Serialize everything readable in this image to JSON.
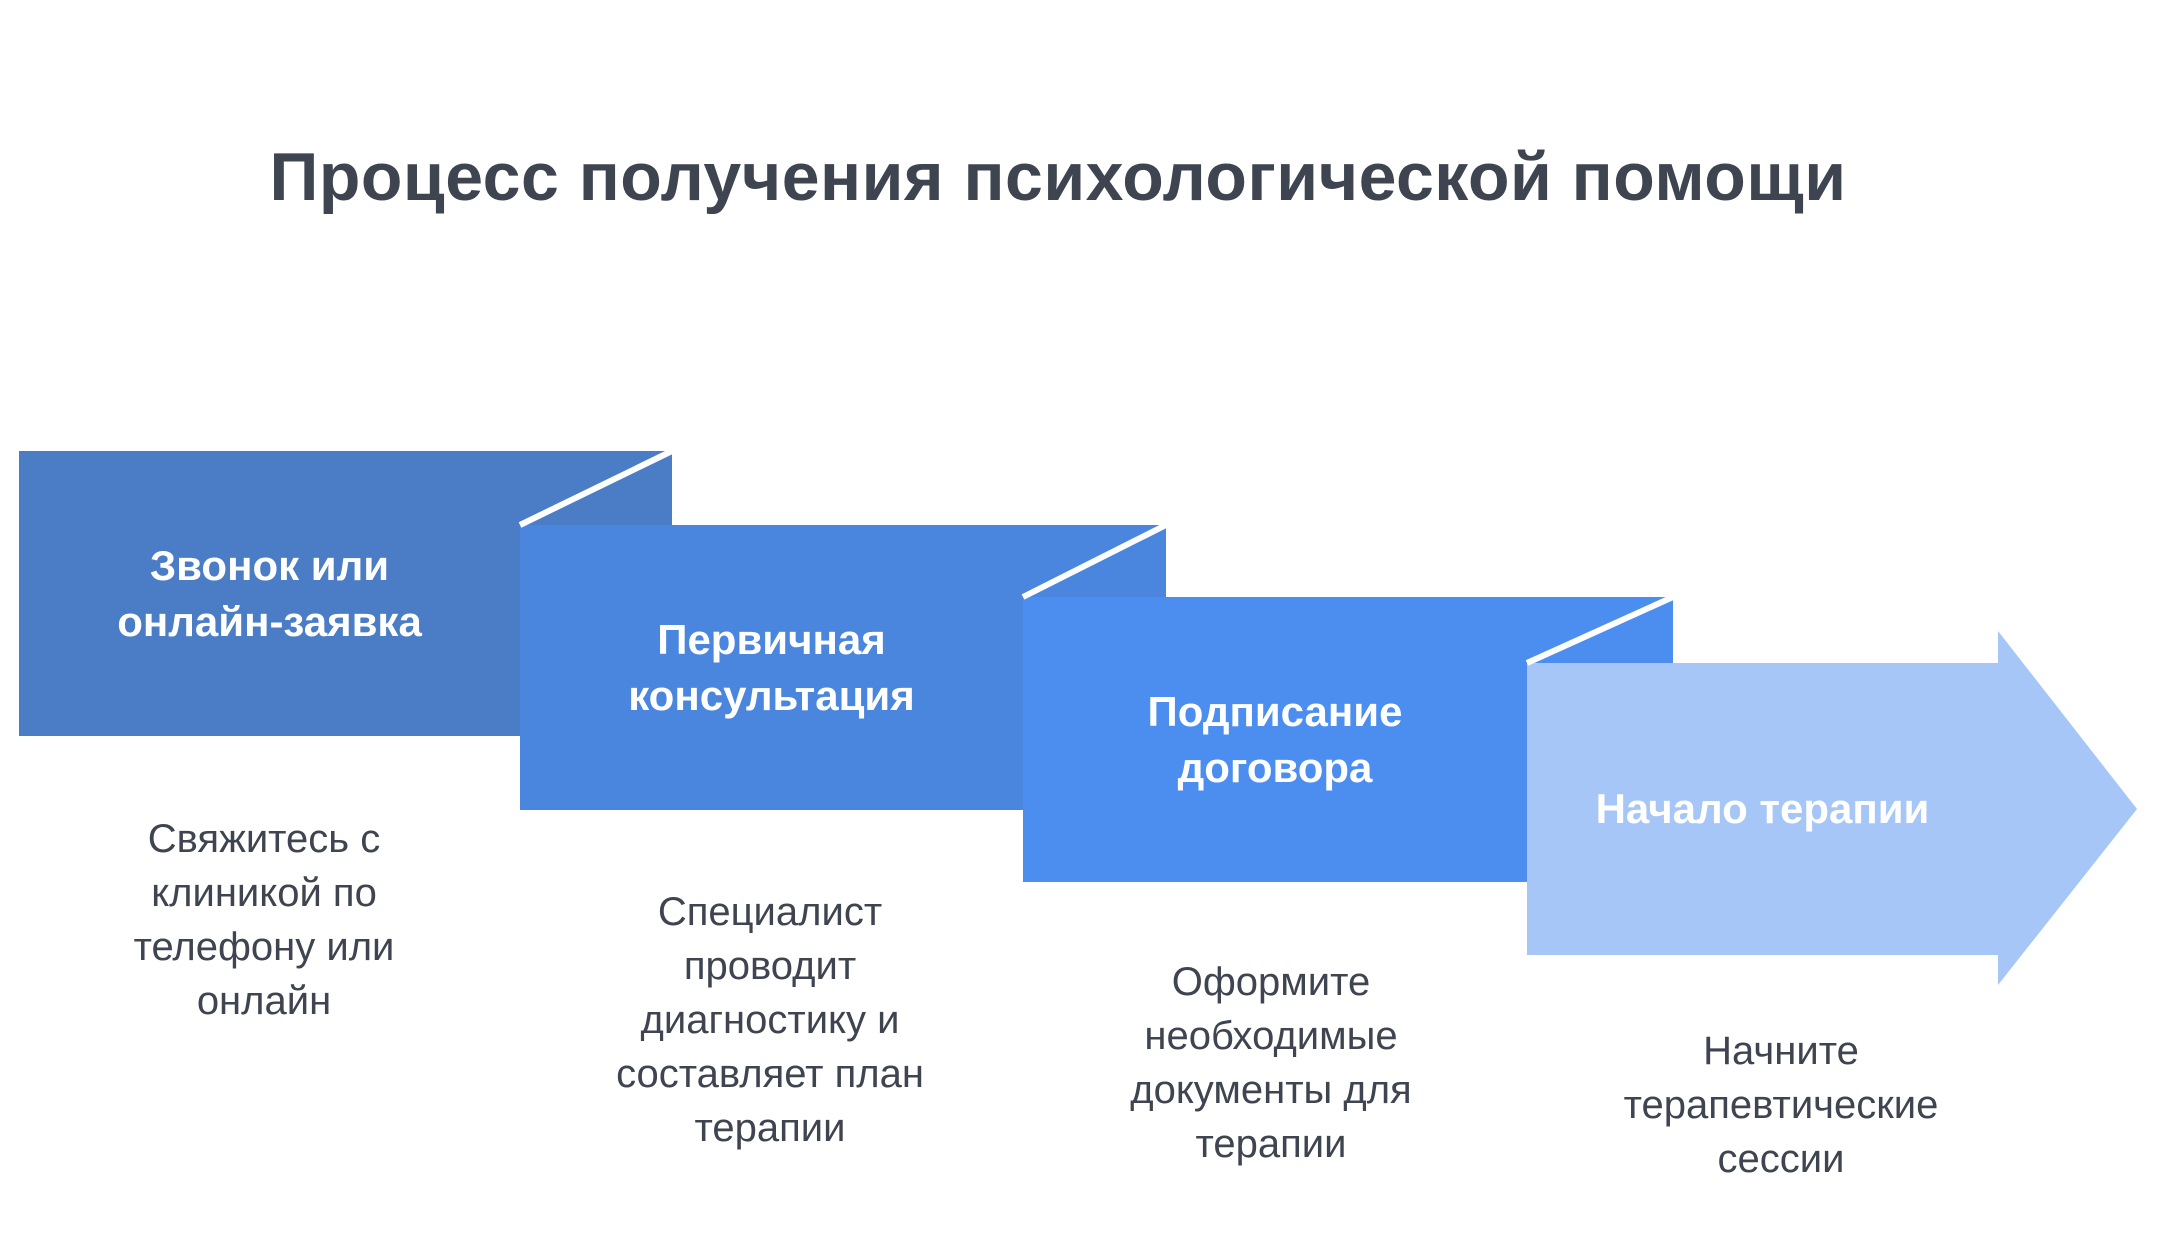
{
  "title": "Процесс получения психологической помощи",
  "steps": [
    {
      "label": "Звонок или онлайн-заявка",
      "description": "Свяжитесь с клиникой по телефону или онлайн",
      "color": "#4a7dc6"
    },
    {
      "label": "Первичная консультация",
      "description": "Специалист проводит диагностику и составляет план терапии",
      "color": "#4b86de"
    },
    {
      "label": "Подписание договора",
      "description": "Оформите необходимые документы для терапии",
      "color": "#4b8ef0"
    },
    {
      "label": "Начало терапии",
      "description": "Начните терапевтические сессии",
      "color": "#a6c6f7"
    }
  ],
  "colors": {
    "background": "#ffffff",
    "text": "#3e4450",
    "label_text": "#ffffff",
    "divider": "#ffffff"
  }
}
